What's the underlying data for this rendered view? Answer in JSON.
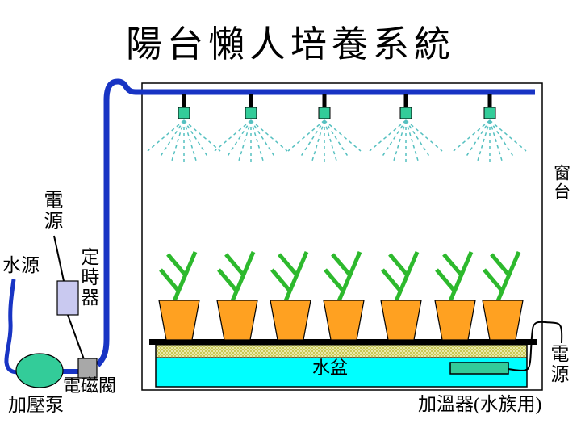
{
  "title": "陽台懶人培養系統",
  "labels": {
    "power_left": "電源",
    "water_source": "水源",
    "timer": "定時器",
    "solenoid_valve": "電磁閥",
    "pressure_pump": "加壓泵",
    "water_basin": "水盆",
    "window_sill": "窗台",
    "power_right": "電源",
    "heater": "加溫器(水族用)"
  },
  "scene": {
    "sprinkler_count": 5,
    "plant_pot_count": 7
  },
  "colors": {
    "pipe_blue": "#1834c4",
    "water_cyan": "#00ffff",
    "pot_orange": "#ffa121",
    "plant_green": "#2db92d",
    "device_green": "#33cc99",
    "spray_teal": "#55c0c0",
    "timer_lavender": "#c9c9f0",
    "valve_gray": "#a8a8a8",
    "tray_light": "#e9e9ab",
    "tray_dark": "#c8c855",
    "wire_black": "#000000"
  }
}
